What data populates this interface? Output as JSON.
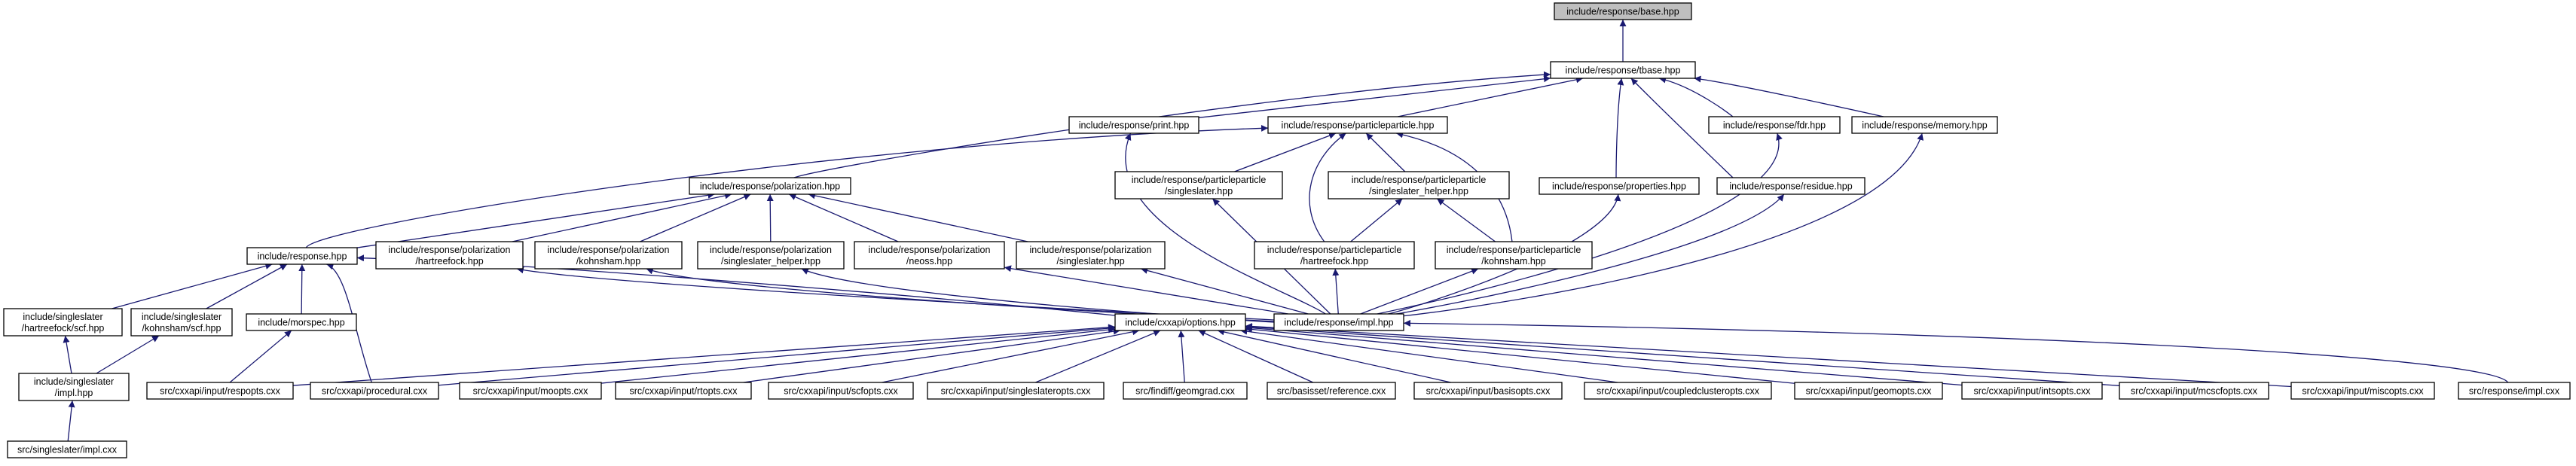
{
  "diagram": {
    "title": "",
    "colors": {
      "edge": "#191970",
      "node_fill": "#ffffff",
      "root_fill": "#bfbfbf",
      "node_border": "#000000"
    },
    "nodes": [
      {
        "id": "base",
        "lines": [
          "include/response/base.hpp"
        ],
        "root": true
      },
      {
        "id": "tbase",
        "lines": [
          "include/response/tbase.hpp"
        ]
      },
      {
        "id": "print",
        "lines": [
          "include/response/print.hpp"
        ]
      },
      {
        "id": "pp",
        "lines": [
          "include/response/particleparticle.hpp"
        ]
      },
      {
        "id": "fdr",
        "lines": [
          "include/response/fdr.hpp"
        ]
      },
      {
        "id": "memory",
        "lines": [
          "include/response/memory.hpp"
        ]
      },
      {
        "id": "pol",
        "lines": [
          "include/response/polarization.hpp"
        ]
      },
      {
        "id": "pp_ssl",
        "lines": [
          "include/response/particleparticle",
          "/singleslater.hpp"
        ]
      },
      {
        "id": "pp_sslh",
        "lines": [
          "include/response/particleparticle",
          "/singleslater_helper.hpp"
        ]
      },
      {
        "id": "properties",
        "lines": [
          "include/response/properties.hpp"
        ]
      },
      {
        "id": "residue",
        "lines": [
          "include/response/residue.hpp"
        ]
      },
      {
        "id": "response",
        "lines": [
          "include/response.hpp"
        ]
      },
      {
        "id": "pol_hf",
        "lines": [
          "include/response/polarization",
          "/hartreefock.hpp"
        ]
      },
      {
        "id": "pol_ks",
        "lines": [
          "include/response/polarization",
          "/kohnsham.hpp"
        ]
      },
      {
        "id": "pol_sslh",
        "lines": [
          "include/response/polarization",
          "/singleslater_helper.hpp"
        ]
      },
      {
        "id": "pol_neo",
        "lines": [
          "include/response/polarization",
          "/neoss.hpp"
        ]
      },
      {
        "id": "pol_ssl",
        "lines": [
          "include/response/polarization",
          "/singleslater.hpp"
        ]
      },
      {
        "id": "pp_hf",
        "lines": [
          "include/response/particleparticle",
          "/hartreefock.hpp"
        ]
      },
      {
        "id": "pp_ks",
        "lines": [
          "include/response/particleparticle",
          "/kohnsham.hpp"
        ]
      },
      {
        "id": "ssl_hf_scf",
        "lines": [
          "include/singleslater",
          "/hartreefock/scf.hpp"
        ]
      },
      {
        "id": "ssl_ks_scf",
        "lines": [
          "include/singleslater",
          "/kohnsham/scf.hpp"
        ]
      },
      {
        "id": "morspec",
        "lines": [
          "include/morspec.hpp"
        ]
      },
      {
        "id": "options",
        "lines": [
          "include/cxxapi/options.hpp"
        ]
      },
      {
        "id": "impl",
        "lines": [
          "include/response/impl.hpp"
        ]
      },
      {
        "id": "ssl_impl",
        "lines": [
          "include/singleslater",
          "/impl.hpp"
        ]
      },
      {
        "id": "respopts",
        "lines": [
          "src/cxxapi/input/respopts.cxx"
        ]
      },
      {
        "id": "procedural",
        "lines": [
          "src/cxxapi/procedural.cxx"
        ]
      },
      {
        "id": "moopts",
        "lines": [
          "src/cxxapi/input/moopts.cxx"
        ]
      },
      {
        "id": "rtopts",
        "lines": [
          "src/cxxapi/input/rtopts.cxx"
        ]
      },
      {
        "id": "scfopts",
        "lines": [
          "src/cxxapi/input/scfopts.cxx"
        ]
      },
      {
        "id": "sslopts",
        "lines": [
          "src/cxxapi/input/singleslateropts.cxx"
        ]
      },
      {
        "id": "geomgrad",
        "lines": [
          "src/findiff/geomgrad.cxx"
        ]
      },
      {
        "id": "reference",
        "lines": [
          "src/basisset/reference.cxx"
        ]
      },
      {
        "id": "basisopts",
        "lines": [
          "src/cxxapi/input/basisopts.cxx"
        ]
      },
      {
        "id": "ccopts",
        "lines": [
          "src/cxxapi/input/coupledclusteropts.cxx"
        ]
      },
      {
        "id": "geomopts",
        "lines": [
          "src/cxxapi/input/geomopts.cxx"
        ]
      },
      {
        "id": "intsopts",
        "lines": [
          "src/cxxapi/input/intsopts.cxx"
        ]
      },
      {
        "id": "mcscfopts",
        "lines": [
          "src/cxxapi/input/mcscfopts.cxx"
        ]
      },
      {
        "id": "miscopts",
        "lines": [
          "src/cxxapi/input/miscopts.cxx"
        ]
      },
      {
        "id": "resp_impl",
        "lines": [
          "src/response/impl.cxx"
        ]
      },
      {
        "id": "ssl_impl_cxx",
        "lines": [
          "src/singleslater/impl.cxx"
        ]
      }
    ],
    "edges": [
      [
        "tbase",
        "base"
      ],
      [
        "print",
        "tbase"
      ],
      [
        "pp",
        "tbase"
      ],
      [
        "fdr",
        "tbase"
      ],
      [
        "memory",
        "tbase"
      ],
      [
        "pol",
        "tbase"
      ],
      [
        "properties",
        "tbase"
      ],
      [
        "residue",
        "tbase"
      ],
      [
        "pp_ssl",
        "pp"
      ],
      [
        "pp_sslh",
        "pp"
      ],
      [
        "pp_ks",
        "pp"
      ],
      [
        "response",
        "pp"
      ],
      [
        "pp_hf",
        "pp"
      ],
      [
        "response",
        "pol"
      ],
      [
        "pol_hf",
        "pol"
      ],
      [
        "pol_ks",
        "pol"
      ],
      [
        "pol_sslh",
        "pol"
      ],
      [
        "pol_neo",
        "pol"
      ],
      [
        "pol_ssl",
        "pol"
      ],
      [
        "pp_hf",
        "pp_sslh"
      ],
      [
        "pp_ks",
        "pp_sslh"
      ],
      [
        "ssl_hf_scf",
        "response"
      ],
      [
        "ssl_ks_scf",
        "response"
      ],
      [
        "morspec",
        "response"
      ],
      [
        "options",
        "response"
      ],
      [
        "procedural",
        "response"
      ],
      [
        "ssl_impl",
        "ssl_hf_scf"
      ],
      [
        "ssl_impl",
        "ssl_ks_scf"
      ],
      [
        "ssl_impl_cxx",
        "ssl_impl"
      ],
      [
        "respopts",
        "morspec"
      ],
      [
        "impl",
        "print"
      ],
      [
        "impl",
        "fdr"
      ],
      [
        "impl",
        "memory"
      ],
      [
        "impl",
        "pp_ssl"
      ],
      [
        "impl",
        "properties"
      ],
      [
        "impl",
        "residue"
      ],
      [
        "impl",
        "pp_hf"
      ],
      [
        "impl",
        "pp_ks"
      ],
      [
        "impl",
        "pol_hf"
      ],
      [
        "impl",
        "pol_ks"
      ],
      [
        "impl",
        "pol_sslh"
      ],
      [
        "impl",
        "pol_neo"
      ],
      [
        "impl",
        "pol_ssl"
      ],
      [
        "resp_impl",
        "impl"
      ],
      [
        "respopts",
        "options"
      ],
      [
        "procedural",
        "options"
      ],
      [
        "moopts",
        "options"
      ],
      [
        "rtopts",
        "options"
      ],
      [
        "scfopts",
        "options"
      ],
      [
        "sslopts",
        "options"
      ],
      [
        "geomgrad",
        "options"
      ],
      [
        "reference",
        "options"
      ],
      [
        "basisopts",
        "options"
      ],
      [
        "ccopts",
        "options"
      ],
      [
        "geomopts",
        "options"
      ],
      [
        "intsopts",
        "options"
      ],
      [
        "mcscfopts",
        "options"
      ],
      [
        "miscopts",
        "options"
      ]
    ]
  }
}
